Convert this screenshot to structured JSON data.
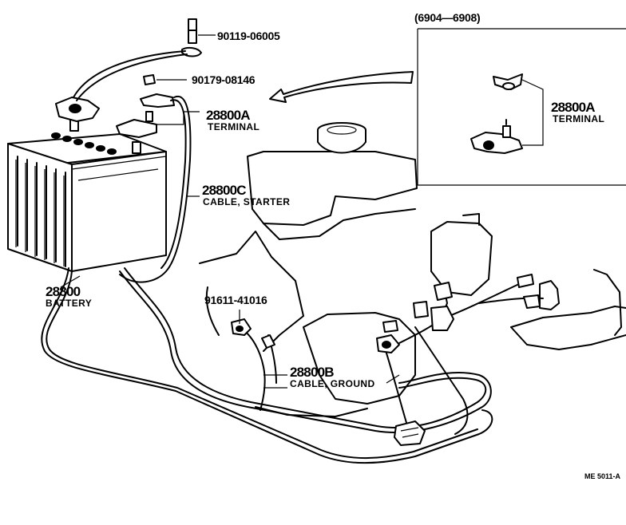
{
  "inset": {
    "range": "(6904—6908)",
    "part_code": "28800A",
    "part_desc": "TERMINAL"
  },
  "labels": {
    "bolt": "90119-06005",
    "nut": "90179-08146",
    "terminal_code": "28800A",
    "terminal_desc": "TERMINAL",
    "starter_code": "28800C",
    "starter_desc": "CABLE, STARTER",
    "battery_code": "28800",
    "battery_desc": "BATTERY",
    "clamp": "91611-41016",
    "ground_code": "28800B",
    "ground_desc": "CABLE, GROUND"
  },
  "footer": {
    "ref_code": "ME 5011-A"
  }
}
